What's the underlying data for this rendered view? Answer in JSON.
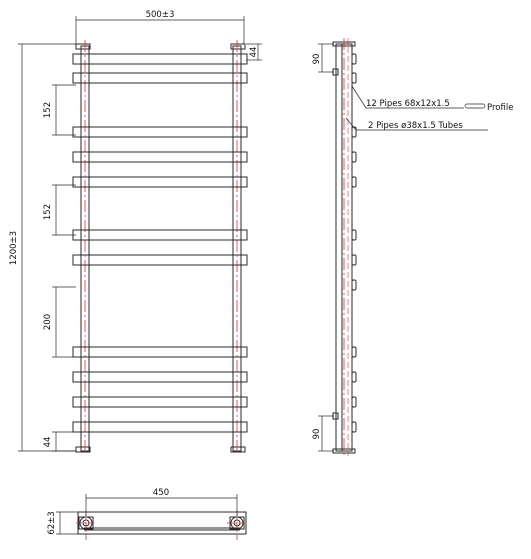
{
  "dimensions": {
    "overall_width": "500±3",
    "overall_height": "1200±3",
    "top_gap": "44",
    "bottom_gap": "44",
    "spacing_upper": "152",
    "spacing_middle": "152",
    "spacing_lower": "200",
    "side_top": "90",
    "side_bottom": "90",
    "bottom_centers": "450",
    "bottom_depth": "62±3"
  },
  "notes": {
    "profiles": "12 Pipes 68x12x1.5",
    "profiles_suffix": "Profile",
    "tubes": "2 Pipes ø38x1.5 Tubes"
  },
  "colors": {
    "line": "#2a2a2a",
    "centerline": "#e0303a"
  }
}
